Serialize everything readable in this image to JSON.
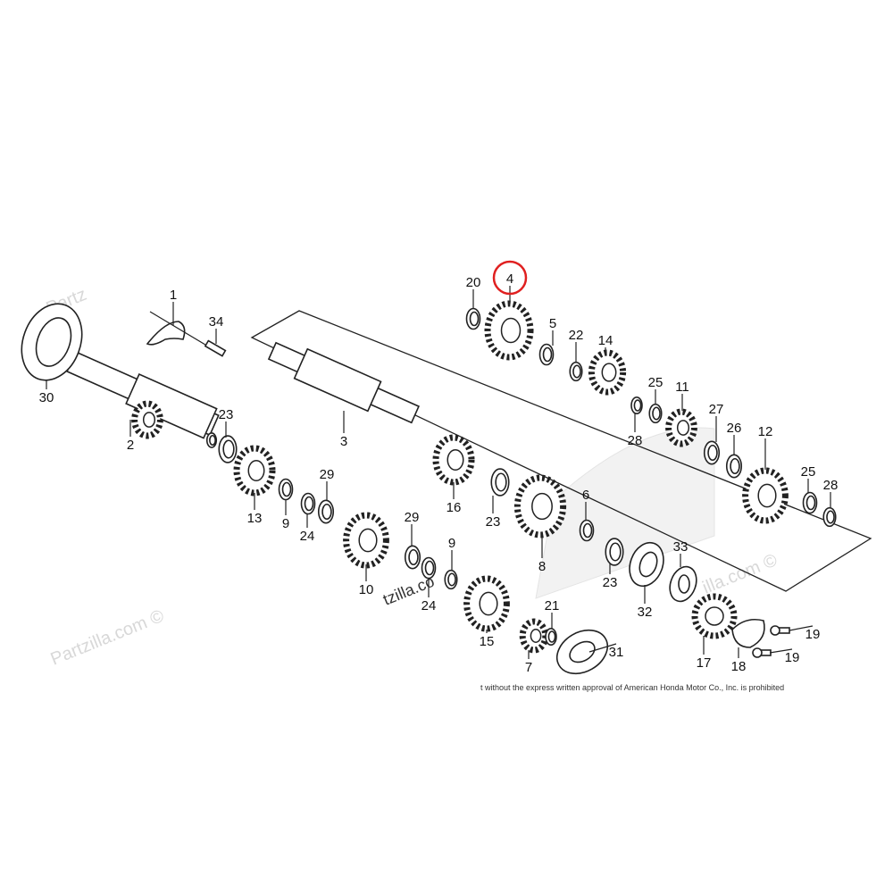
{
  "diagram": {
    "callouts": [
      "1",
      "34",
      "30",
      "2",
      "3",
      "23",
      "13",
      "9",
      "24",
      "29",
      "10",
      "29",
      "24",
      "9",
      "15",
      "7",
      "21",
      "31",
      "16",
      "23",
      "8",
      "6",
      "23",
      "32",
      "33",
      "17",
      "18",
      "19",
      "19",
      "20",
      "4",
      "5",
      "22",
      "14",
      "25",
      "11",
      "28",
      "27",
      "26",
      "12",
      "25",
      "28"
    ],
    "highlighted_callout": "4",
    "highlight_color": "#e02020",
    "watermarks": [
      "Partz",
      "Partzilla.com ©",
      "tzilla.co",
      "illa.com ©"
    ],
    "copyright_text": "t without the express written approval of American Honda Motor Co., Inc. is prohibited"
  }
}
